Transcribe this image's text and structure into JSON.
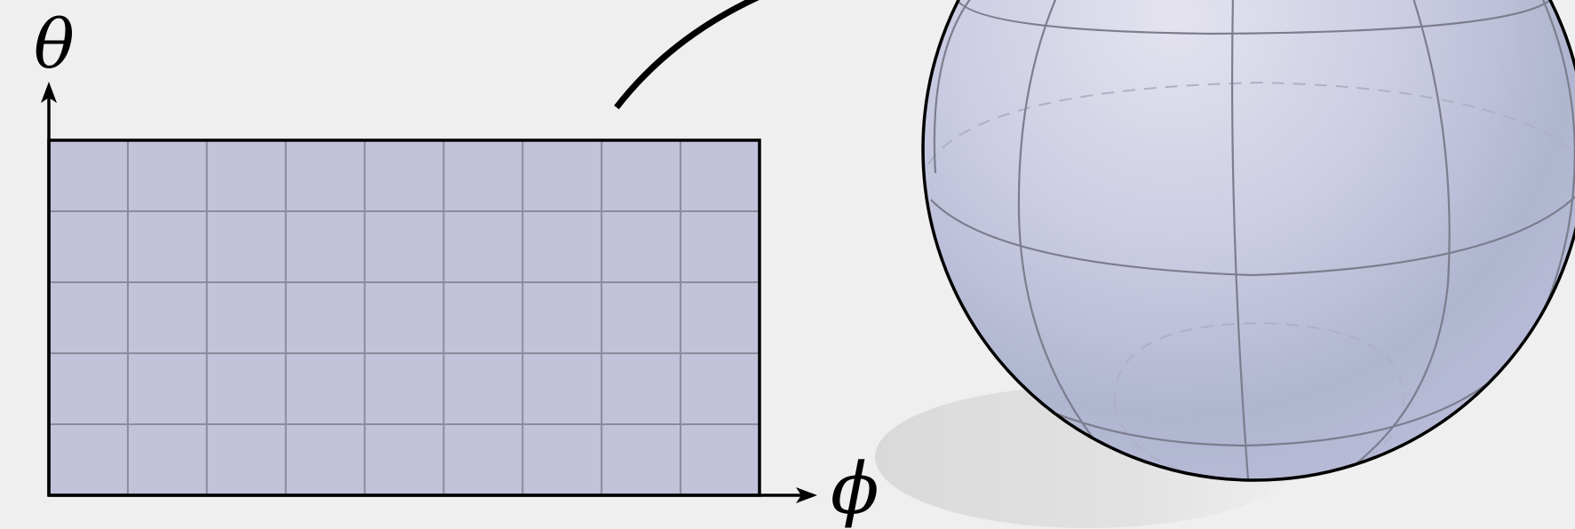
{
  "labels": {
    "theta": "θ",
    "phi": "ϕ"
  },
  "grid": {
    "columns": 9,
    "rows": 5
  },
  "colors": {
    "background": "#efefef",
    "grid_fill": "#c2c3da",
    "grid_line": "#8a8b9c",
    "outline": "#000000",
    "sphere_light": "#dcdcea",
    "sphere_mid": "#c8cae2",
    "sphere_dark": "#a9b0c9",
    "sphere_line": "#7c7d8e",
    "shadow": "#d6d6d6"
  }
}
